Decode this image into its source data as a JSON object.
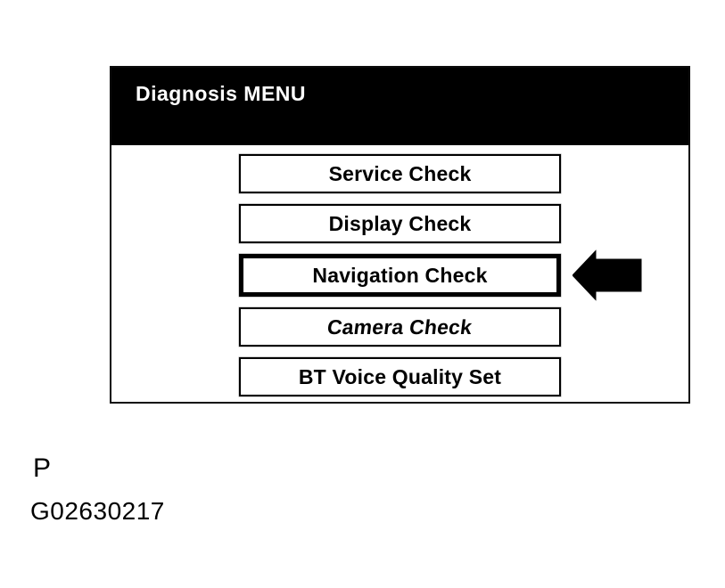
{
  "figure": {
    "page_marker": "P",
    "figure_code": "G02630217"
  },
  "diagnosis_screen": {
    "title": "Diagnosis MENU",
    "menu_items": [
      {
        "label": "Service Check",
        "selected": false,
        "italic": false,
        "pointer": null
      },
      {
        "label": "Display Check",
        "selected": false,
        "italic": false,
        "pointer": null
      },
      {
        "label": "Navigation Check",
        "selected": true,
        "italic": false,
        "pointer": "arrow-left"
      },
      {
        "label": "Camera Check",
        "selected": false,
        "italic": true,
        "pointer": null
      },
      {
        "label": "BT Voice Quality Set",
        "selected": false,
        "italic": false,
        "pointer": null
      }
    ],
    "colors": {
      "header_bg": "#000000",
      "header_text": "#ffffff",
      "button_bg": "#ffffff",
      "button_border": "#000000",
      "button_text": "#000000",
      "pointer": "#000000"
    }
  }
}
